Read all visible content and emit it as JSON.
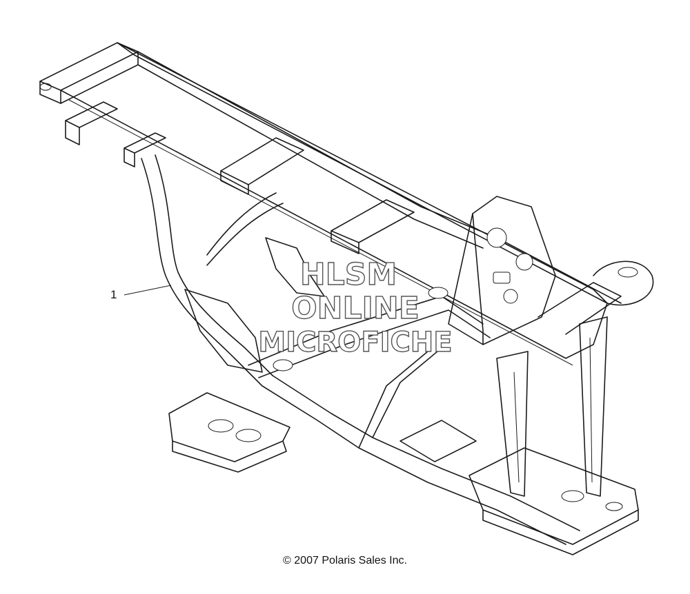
{
  "callout": {
    "number": "1"
  },
  "watermark": {
    "line1": "HLSM",
    "line2": "ONLINE",
    "line3": "MICROFICHE"
  },
  "footer": {
    "copyright": "© 2007 Polaris Sales Inc."
  },
  "colors": {
    "line": "#1a1a1a",
    "background": "#ffffff",
    "watermark_stroke": "#555555"
  }
}
